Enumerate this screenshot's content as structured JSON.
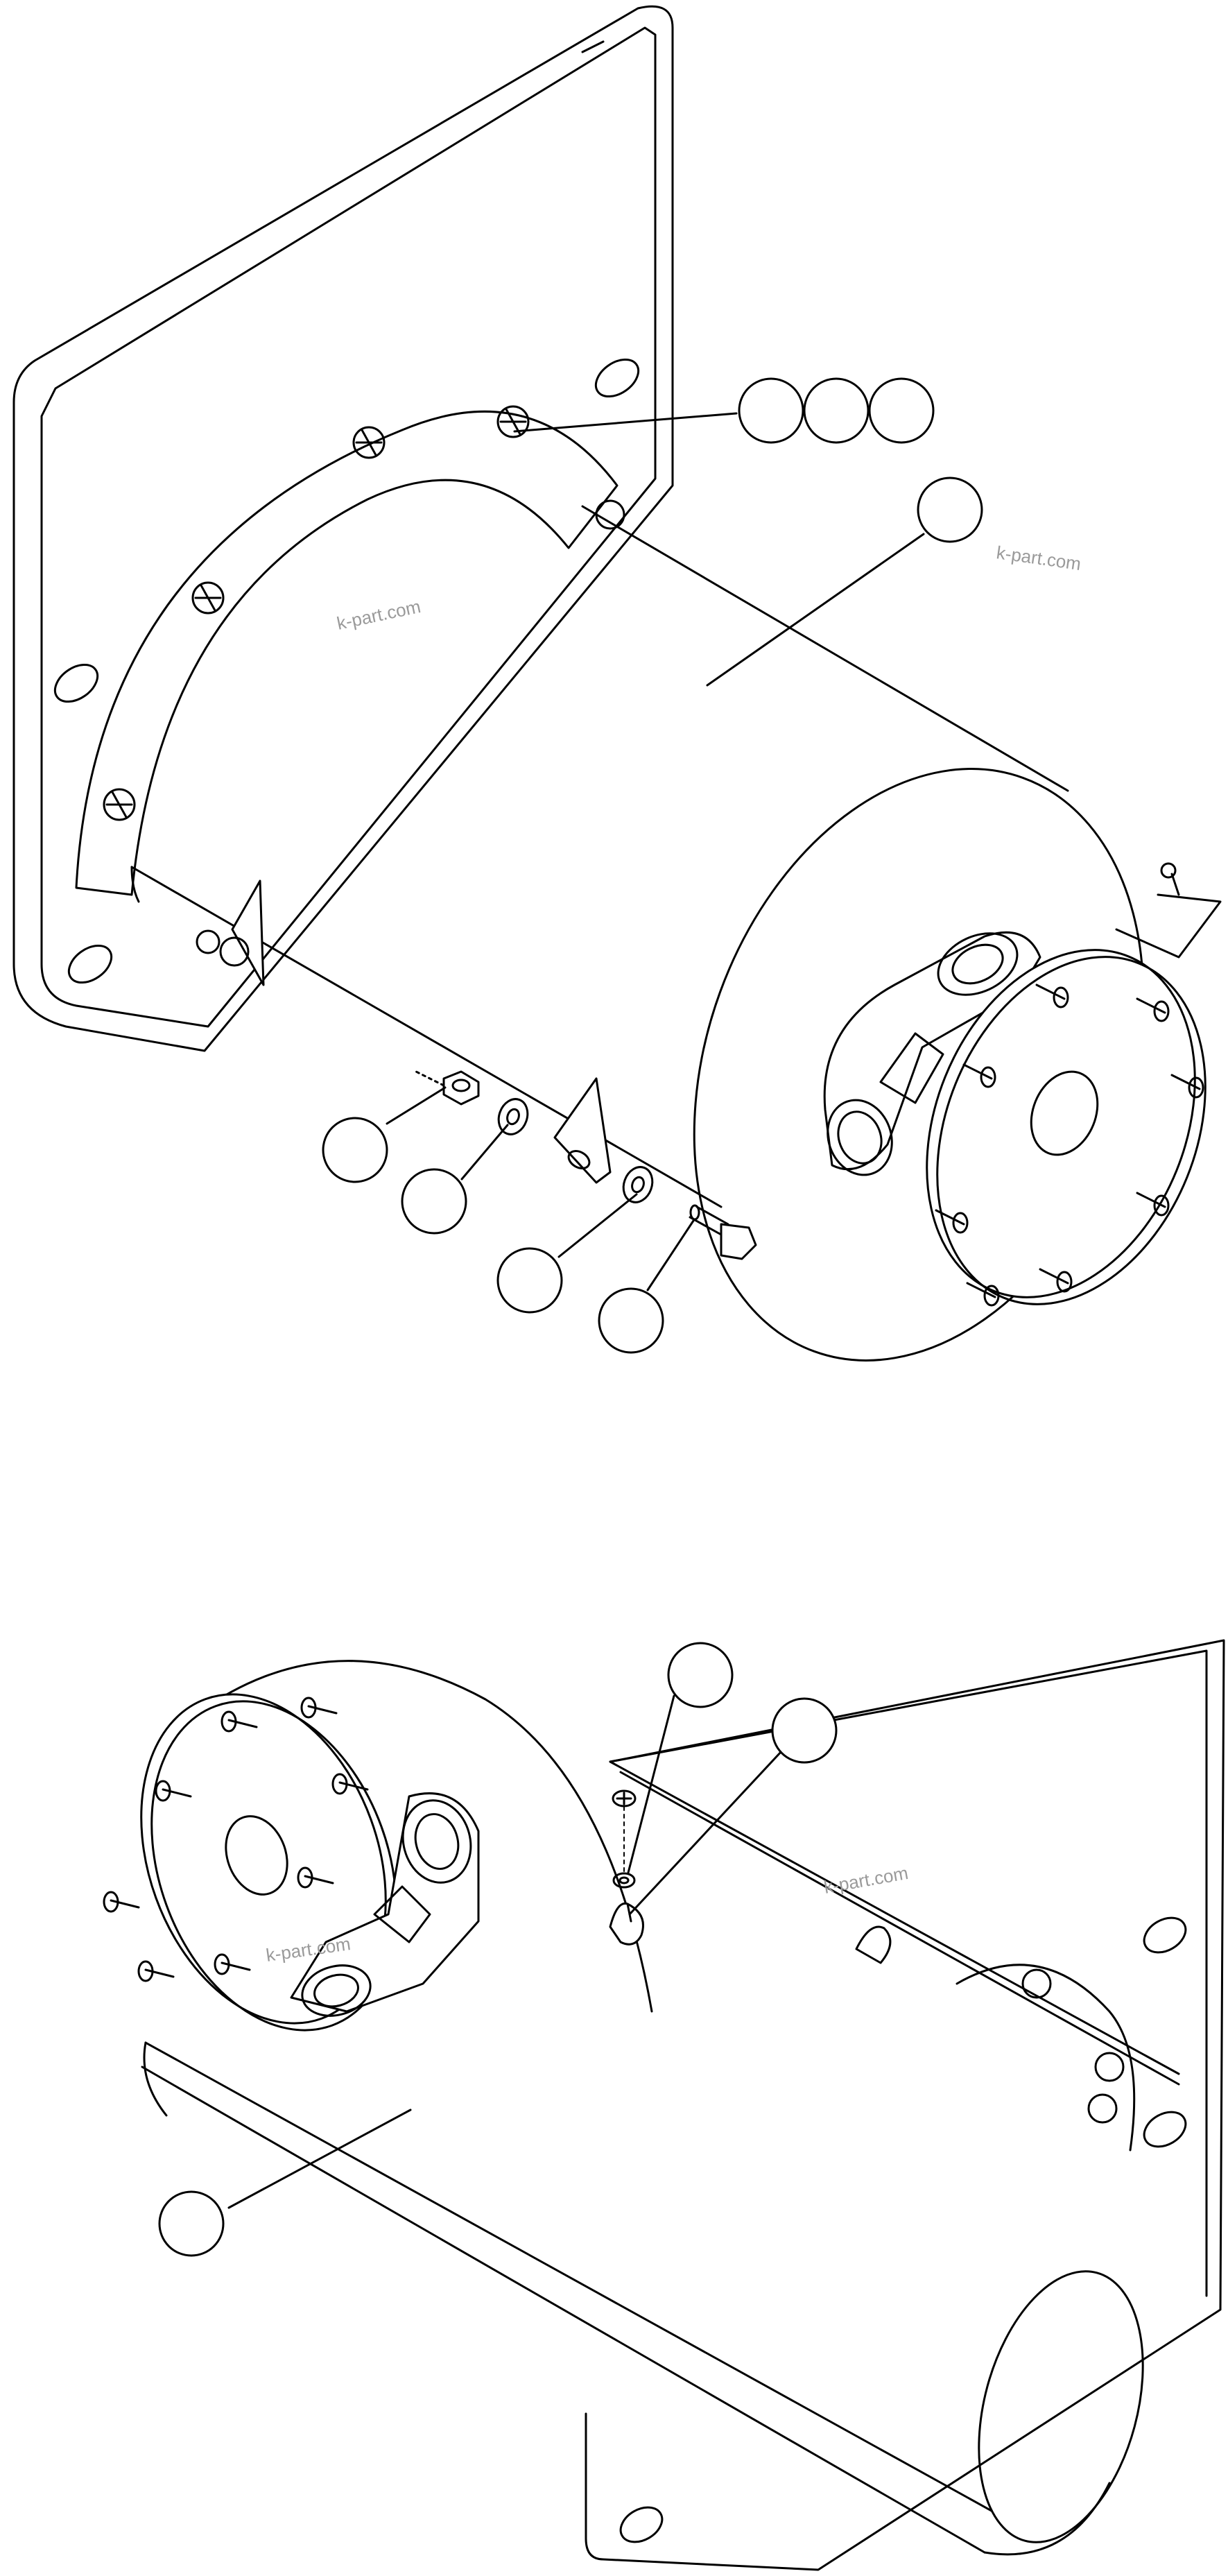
{
  "watermarks": [
    "k-part.com",
    "k-part.com",
    "k-part.com",
    "k-part.com"
  ],
  "figure_code": "",
  "callouts": {
    "top_bolt_group": 3,
    "top_drum": 1,
    "top_hardware": 4,
    "bottom_fasteners": 2,
    "bottom_drum": 1
  }
}
